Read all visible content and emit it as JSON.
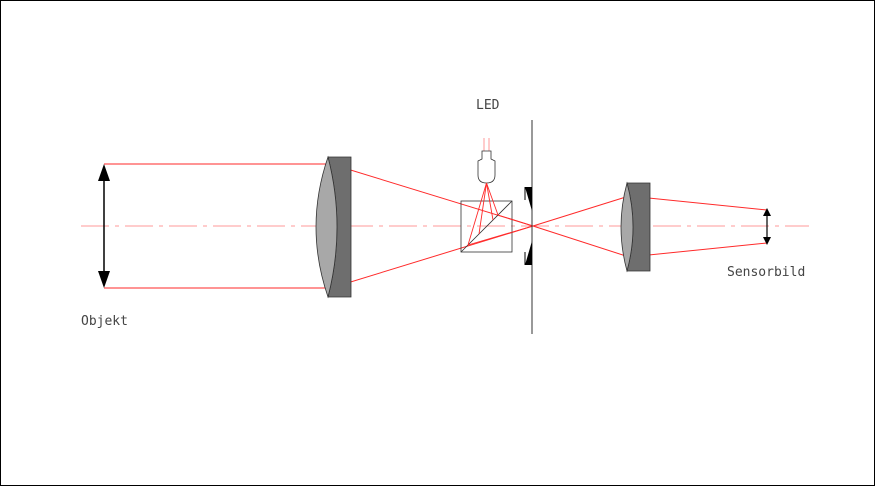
{
  "labels": {
    "led": "LED",
    "object": "Objekt",
    "sensor_image": "Sensorbild"
  },
  "colors": {
    "ray": "#ff2a2a",
    "axis": "#ff9a9a",
    "lens_light": "#a8a8a8",
    "lens_dark": "#6e6e6e",
    "ink": "#000000"
  }
}
